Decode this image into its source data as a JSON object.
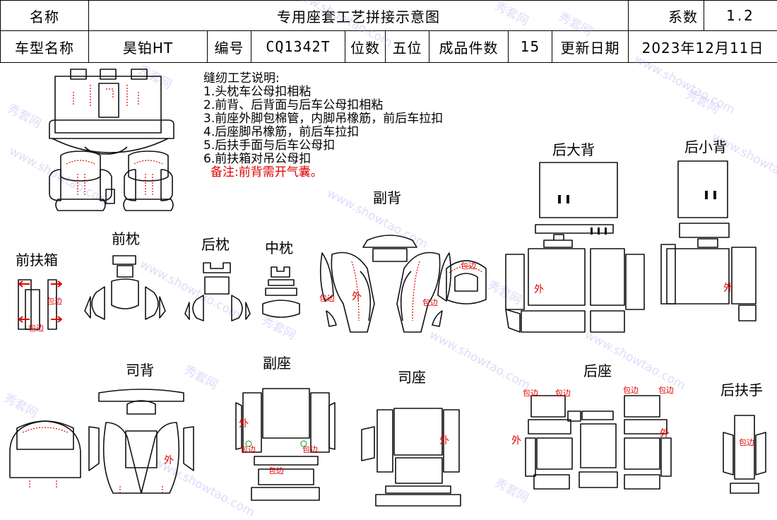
{
  "header": {
    "name_label": "名称",
    "title": "专用座套工艺拼接示意图",
    "coef_label": "系数",
    "coef_value": "1.2",
    "model_label": "车型名称",
    "model_value": "昊铂HT",
    "code_label": "编号",
    "code_value": "CQ1342T",
    "seat_label": "位数",
    "seat_value": "五位",
    "pieces_label": "成品件数",
    "pieces_value": "15",
    "update_label": "更新日期",
    "update_value": "2023年12月11日"
  },
  "notes": {
    "title": "缝纫工艺说明:",
    "items": [
      "1.头枕车公母扣相粘",
      "2.前背、后背面与后车公母扣相粘",
      "3.前座外脚包棉管，内脚吊橡筋，前后车拉扣",
      "4.后座脚吊橡筋，前后车拉扣",
      "5.后扶手面与后车公母扣",
      "6.前扶箱对吊公母扣"
    ],
    "remark": "备注:前背需开气囊。"
  },
  "labels": {
    "front_armbox": "前扶箱",
    "front_pillow": "前枕",
    "rear_pillow": "后枕",
    "mid_pillow": "中枕",
    "passenger_back": "副背",
    "rear_big_back": "后大背",
    "rear_small_back": "后小背",
    "driver_back": "司背",
    "passenger_seat": "副座",
    "driver_seat": "司座",
    "rear_seat": "后座",
    "rear_armrest": "后扶手"
  },
  "watermark": {
    "a": "秀套网",
    "b": "www.showtao.com"
  },
  "colors": {
    "line": "#111111",
    "accent": "#e00000",
    "watermark": "#b4a0f0"
  }
}
